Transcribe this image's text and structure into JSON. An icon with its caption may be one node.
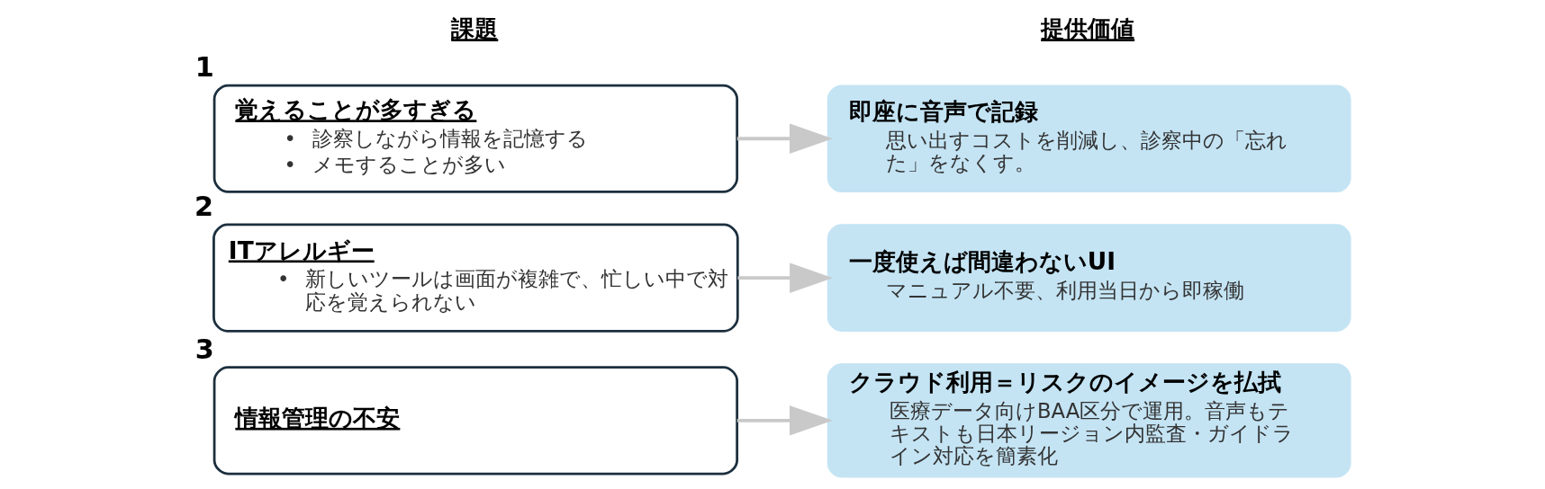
{
  "diagram": {
    "nodes": [
      {
        "text": [
          "覚えることが多すぎる",
          "• 診察しながら情報を記憶する",
          "• メモすることが多い"
        ],
        "beside": [
          "1"
        ]
      },
      {
        "text": [
          "即座に音声で記録",
          "思い出すコストを削減し、診察中の「忘れた」をなくす。"
        ]
      },
      {
        "text": [
          "ITアレルギー",
          "• 新しいツールは画面が複雑で、忙しい中で対応を覚えられない"
        ],
        "beside": [
          "2"
        ]
      },
      {
        "text": [
          "一度使えば間違わないUI",
          "マニュアル不要、利用当日から即稼働"
        ]
      },
      {
        "text": [
          "情報管理の不安"
        ],
        "beside": [
          "3"
        ]
      },
      {
        "text": [
          "クラウド利用＝リスクのイメージを払拭",
          "医療データ向けBAA区分で運用。音声もテキストも日本リージョン内監査・ガイドライン対応を簡素化"
        ]
      }
    ],
    "edges": [
      {
        "from": 0,
        "to": 1,
        "arrow": "to"
      },
      {
        "from": 2,
        "to": 3,
        "arrow": "to"
      },
      {
        "from": 4,
        "to": 5,
        "arrow": "to"
      }
    ],
    "labels": [
      "課題",
      "提供価値"
    ]
  }
}
